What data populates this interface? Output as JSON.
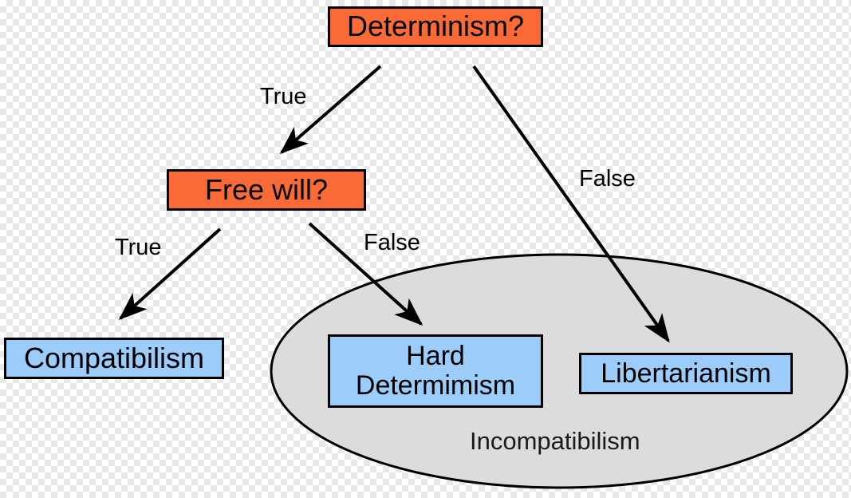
{
  "diagram": {
    "title": "Determinism / Free will decision tree",
    "colors": {
      "decision_fill": "#f96a36",
      "outcome_fill": "#9bccfa",
      "group_fill": "#dcdcdc",
      "stroke": "#000000",
      "text": "#000000"
    },
    "nodes": [
      {
        "id": "determinism",
        "label": "Determinism?",
        "type": "decision"
      },
      {
        "id": "freewill",
        "label": "Free will?",
        "type": "decision"
      },
      {
        "id": "compatibilism",
        "label": "Compatibilism",
        "type": "outcome"
      },
      {
        "id": "hard_determinism",
        "label": "Hard\nDetermimism",
        "type": "outcome"
      },
      {
        "id": "libertarianism",
        "label": "Libertarianism",
        "type": "outcome"
      }
    ],
    "group": {
      "id": "incompatibilism",
      "label": "Incompatibilism",
      "shape": "ellipse",
      "members": [
        "hard_determinism",
        "libertarianism"
      ]
    },
    "edges": [
      {
        "id": "e1",
        "from": "determinism",
        "to": "freewill",
        "label": "True"
      },
      {
        "id": "e2",
        "from": "determinism",
        "to": "libertarianism",
        "label": "False"
      },
      {
        "id": "e3",
        "from": "freewill",
        "to": "compatibilism",
        "label": "True"
      },
      {
        "id": "e4",
        "from": "freewill",
        "to": "hard_determinism",
        "label": "False"
      }
    ]
  }
}
